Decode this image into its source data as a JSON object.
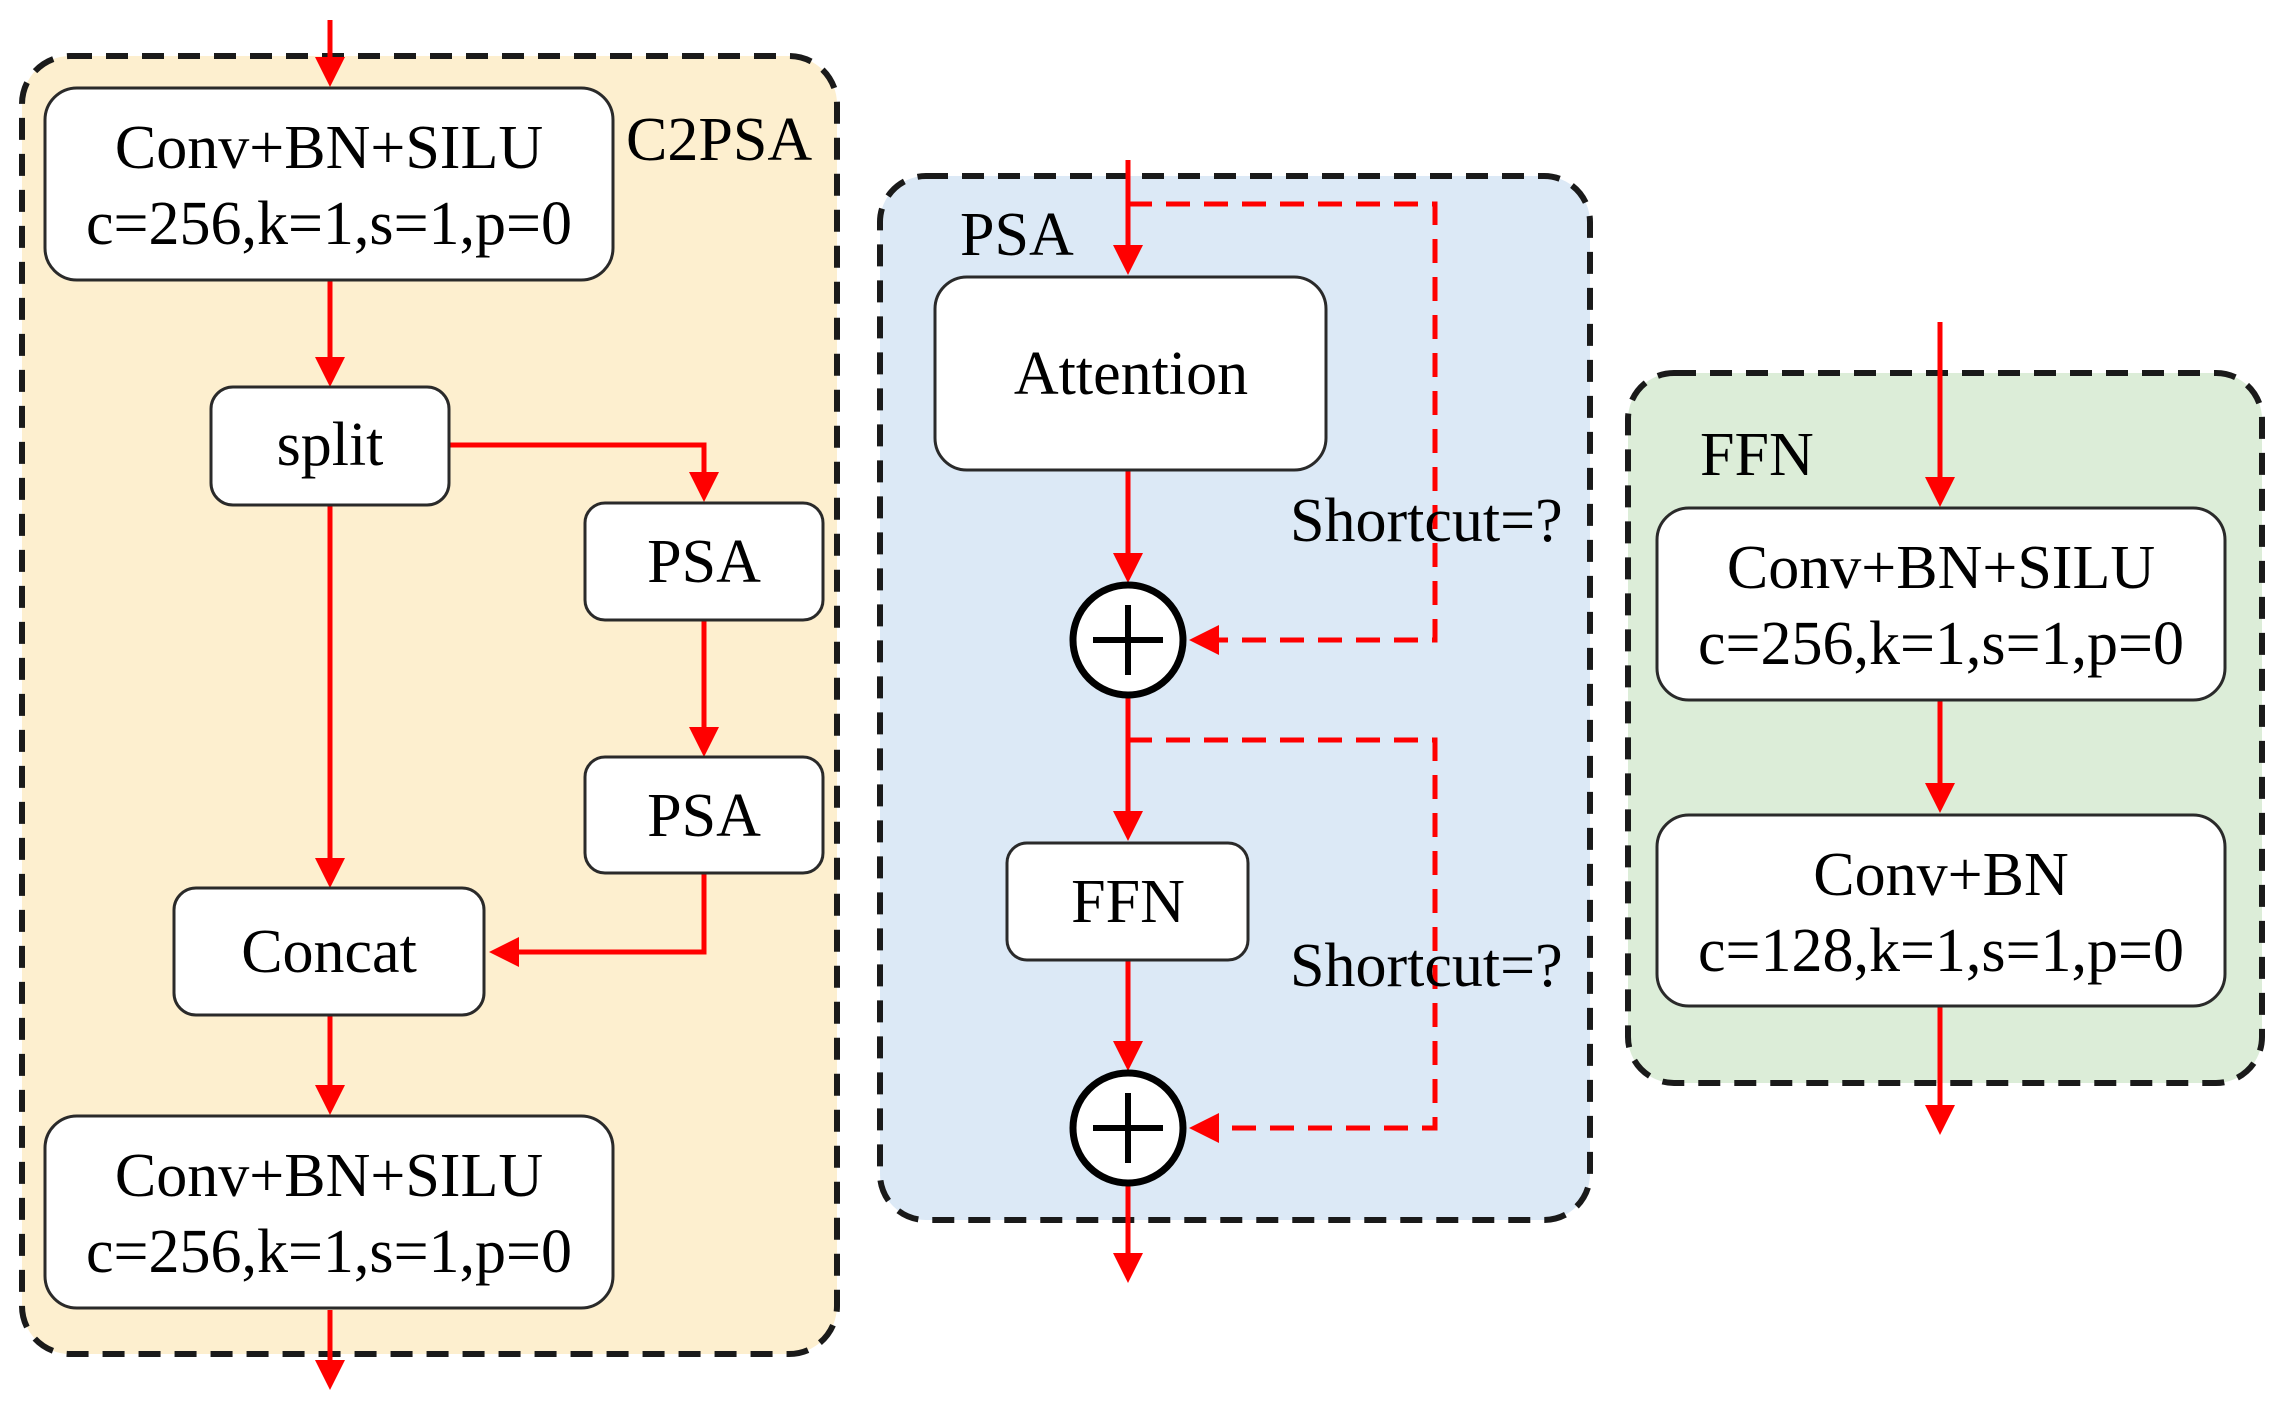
{
  "colors": {
    "arrow": "#ff0000",
    "border_dashed": "#1a1a1a",
    "c2psa_fill": "#fdefcf",
    "psa_fill": "#dce9f6",
    "ffn_fill": "#dcedd8",
    "node_fill": "#ffffff",
    "node_stroke": "#2a2a2a"
  },
  "c2psa": {
    "title": "C2PSA",
    "conv_in": {
      "line1": "Conv+BN+SILU",
      "line2": "c=256,k=1,s=1,p=0"
    },
    "split": "split",
    "psa_1": "PSA",
    "psa_2": "PSA",
    "concat": "Concat",
    "conv_out": {
      "line1": "Conv+BN+SILU",
      "line2": "c=256,k=1,s=1,p=0"
    }
  },
  "psa": {
    "title": "PSA",
    "attention": "Attention",
    "ffn": "FFN",
    "shortcut_1": "Shortcut=?",
    "shortcut_2": "Shortcut=?",
    "add_icon": "circled-plus-icon"
  },
  "ffn": {
    "title": "FFN",
    "conv_1": {
      "line1": "Conv+BN+SILU",
      "line2": "c=256,k=1,s=1,p=0"
    },
    "conv_2": {
      "line1": "Conv+BN",
      "line2": "c=128,k=1,s=1,p=0"
    }
  }
}
